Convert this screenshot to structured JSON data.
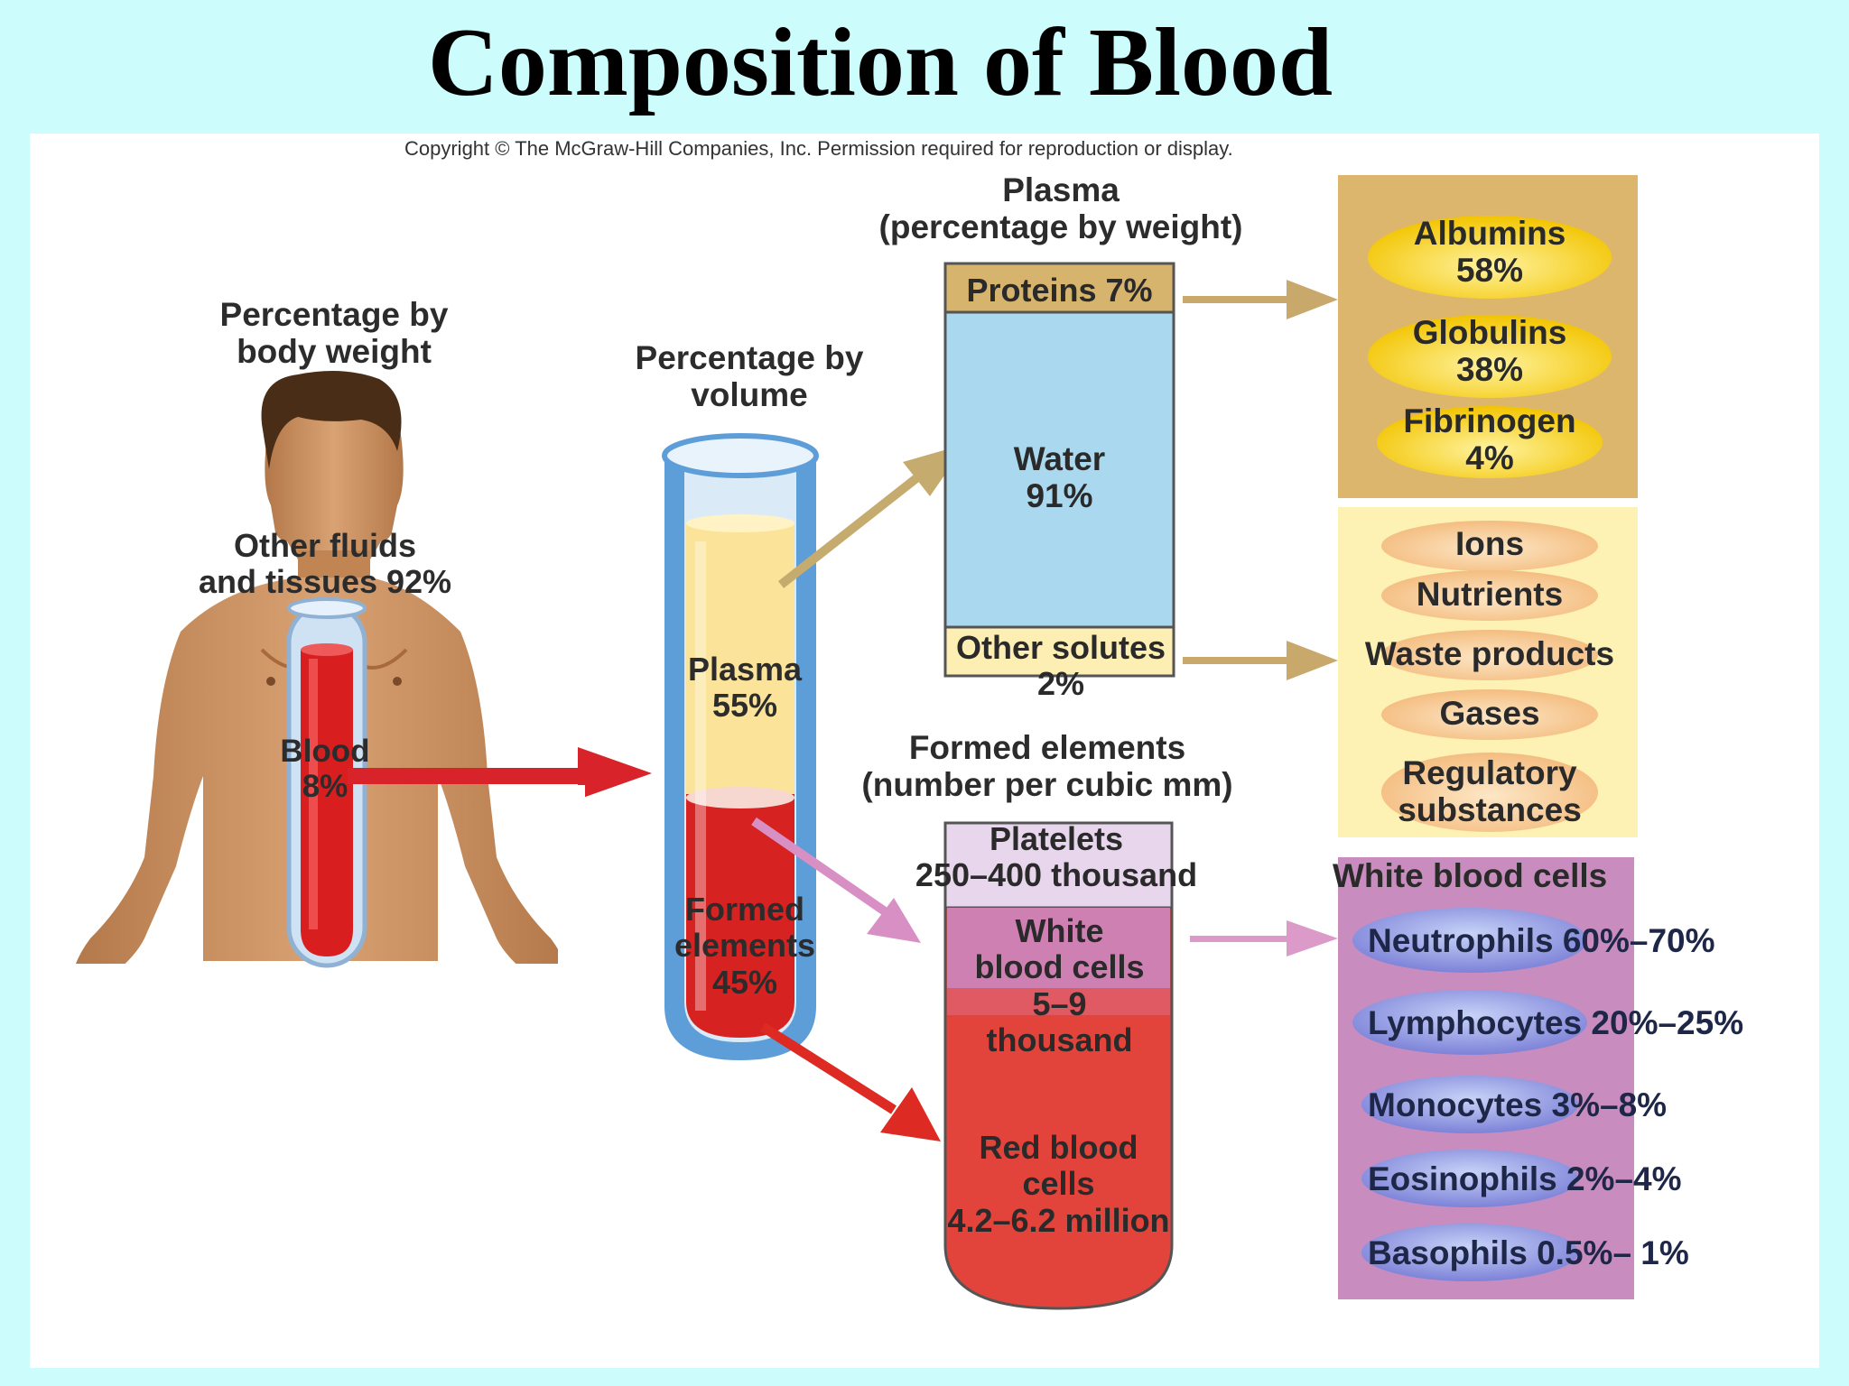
{
  "title": "Composition of Blood",
  "copyright": "Copyright © The McGraw-Hill Companies, Inc. Permission required for reproduction or display.",
  "body_weight": {
    "heading_line1": "Percentage by",
    "heading_line2": "body weight",
    "other_line1": "Other fluids",
    "other_line2": "and tissues 92%",
    "blood_line1": "Blood",
    "blood_line2": "8%"
  },
  "volume": {
    "heading_line1": "Percentage by",
    "heading_line2": "volume",
    "plasma_line1": "Plasma",
    "plasma_line2": "55%",
    "formed_line1": "Formed",
    "formed_line2": "elements",
    "formed_line3": "45%"
  },
  "plasma": {
    "heading_line1": "Plasma",
    "heading_line2": "(percentage by weight)",
    "proteins": "Proteins 7%",
    "water_line1": "Water",
    "water_line2": "91%",
    "solutes_line1": "Other solutes",
    "solutes_line2": "2%"
  },
  "proteins_breakdown": [
    {
      "name": "Albumins",
      "value": "58%"
    },
    {
      "name": "Globulins",
      "value": "38%"
    },
    {
      "name": "Fibrinogen",
      "value": "4%"
    }
  ],
  "solutes_breakdown": [
    "Ions",
    "Nutrients",
    "Waste products",
    "Gases",
    "Regulatory",
    "substances"
  ],
  "formed": {
    "heading_line1": "Formed elements",
    "heading_line2": "(number per cubic mm)",
    "platelets_line1": "Platelets",
    "platelets_line2": "250–400 thousand",
    "wbc_line1": "White",
    "wbc_line2": "blood cells",
    "wbc_line3": "5–9",
    "wbc_line4": "thousand",
    "rbc_line1": "Red blood",
    "rbc_line2": "cells",
    "rbc_line3": "4.2–6.2 million"
  },
  "white_blood_cells": {
    "heading": "White blood cells",
    "items": [
      {
        "name": "Neutrophils",
        "value": "60%–70%"
      },
      {
        "name": "Lymphocytes",
        "value": "20%–25%"
      },
      {
        "name": "Monocytes",
        "value": "3%–8%"
      },
      {
        "name": "Eosinophils",
        "value": "2%–4%"
      },
      {
        "name": "Basophils",
        "value": "0.5%– 1%"
      }
    ]
  },
  "colors": {
    "background": "#ccfcfc",
    "plasma_yellow": "#fbe49a",
    "water_blue": "#a9d8ef",
    "proteins_tan": "#d9b66d",
    "blood_red": "#d6201f",
    "wbc_pink": "#cf8ab8",
    "solutes_panel": "#fdf0b0",
    "proteins_panel": "#deb870",
    "wbc_panel": "#c98fbf"
  }
}
